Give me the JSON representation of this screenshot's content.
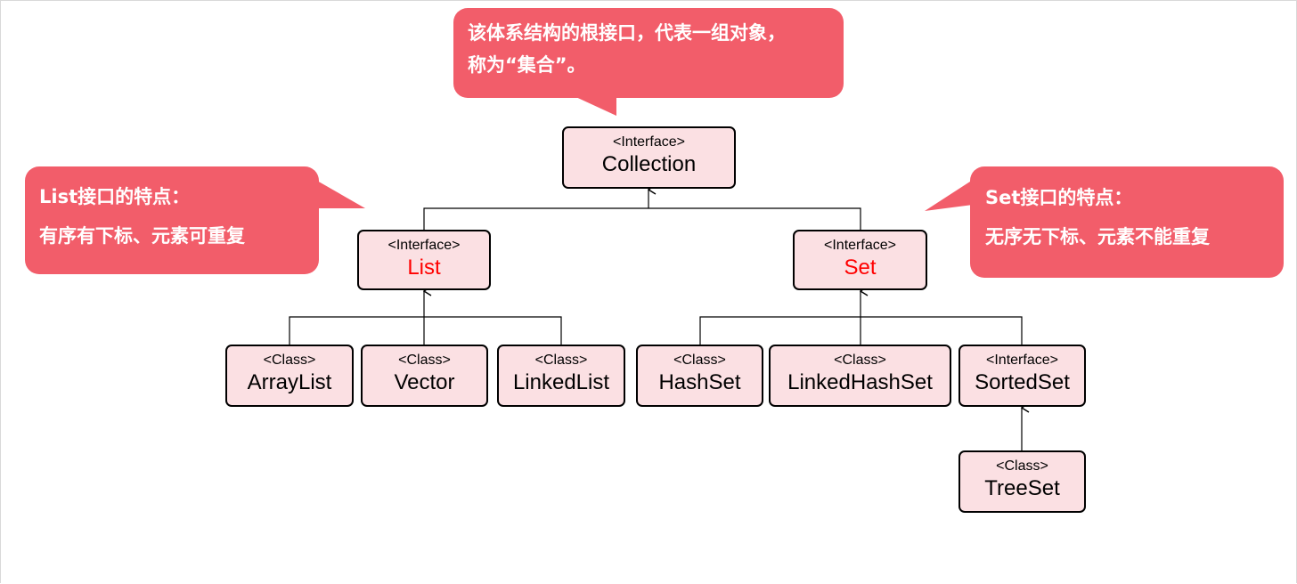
{
  "diagram": {
    "root": {
      "stereotype": "<Interface>",
      "name": "Collection"
    },
    "list": {
      "stereotype": "<Interface>",
      "name": "List"
    },
    "set": {
      "stereotype": "<Interface>",
      "name": "Set"
    },
    "arraylist": {
      "stereotype": "<Class>",
      "name": "ArrayList"
    },
    "vector": {
      "stereotype": "<Class>",
      "name": "Vector"
    },
    "linkedlist": {
      "stereotype": "<Class>",
      "name": "LinkedList"
    },
    "hashset": {
      "stereotype": "<Class>",
      "name": "HashSet"
    },
    "linkedhashset": {
      "stereotype": "<Class>",
      "name": "LinkedHashSet"
    },
    "sortedset": {
      "stereotype": "<Interface>",
      "name": "SortedSet"
    },
    "treeset": {
      "stereotype": "<Class>",
      "name": "TreeSet"
    }
  },
  "callouts": {
    "root": {
      "line1": "该体系结构的根接口，代表一组对象，",
      "line2": "称为“集合”。"
    },
    "list": {
      "line1": "List接口的特点：",
      "line2": "有序有下标、元素可重复"
    },
    "set": {
      "line1": "Set接口的特点：",
      "line2": "无序无下标、元素不能重复"
    }
  },
  "colors": {
    "callout": "#f25d6a",
    "node_fill": "#fbe0e3",
    "highlight_text": "#ff0000"
  }
}
